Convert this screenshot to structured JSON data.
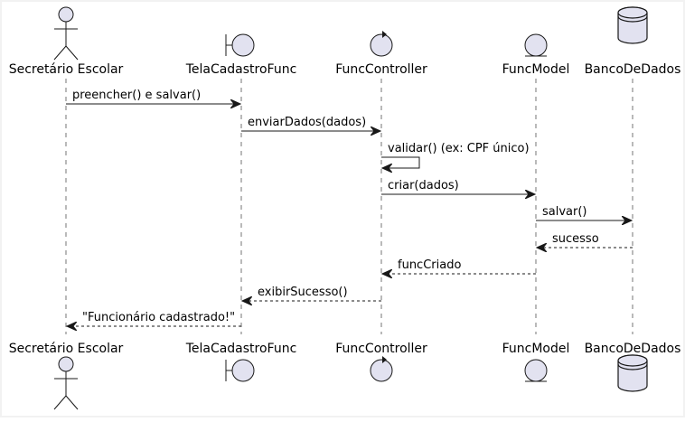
{
  "colors": {
    "background": "#ffffff",
    "frame": "#f2f2f2",
    "participant_fill": "#e2e2f0",
    "participant_stroke": "#181818",
    "lifeline": "#181818",
    "arrow": "#181818",
    "text": "#000000"
  },
  "participants": [
    {
      "id": "secretario",
      "kind": "actor",
      "icon": "actor-stick-figure-icon",
      "label": "Secretário Escolar"
    },
    {
      "id": "tela",
      "kind": "boundary",
      "icon": "boundary-icon",
      "label": "TelaCadastroFunc"
    },
    {
      "id": "controller",
      "kind": "control",
      "icon": "control-icon",
      "label": "FuncController"
    },
    {
      "id": "model",
      "kind": "entity",
      "icon": "entity-icon",
      "label": "FuncModel"
    },
    {
      "id": "banco",
      "kind": "database",
      "icon": "database-icon",
      "label": "BancoDeDados"
    }
  ],
  "messages": [
    {
      "from": "secretario",
      "to": "tela",
      "label": "preencher() e salvar()",
      "style": "solid"
    },
    {
      "from": "tela",
      "to": "controller",
      "label": "enviarDados(dados)",
      "style": "solid"
    },
    {
      "from": "controller",
      "to": "controller",
      "label": "validar() (ex: CPF único)",
      "style": "self"
    },
    {
      "from": "controller",
      "to": "model",
      "label": "criar(dados)",
      "style": "solid"
    },
    {
      "from": "model",
      "to": "banco",
      "label": "salvar()",
      "style": "solid"
    },
    {
      "from": "banco",
      "to": "model",
      "label": "sucesso",
      "style": "dashed"
    },
    {
      "from": "model",
      "to": "controller",
      "label": "funcCriado",
      "style": "dashed"
    },
    {
      "from": "controller",
      "to": "tela",
      "label": "exibirSucesso()",
      "style": "dashed"
    },
    {
      "from": "tela",
      "to": "secretario",
      "label": "\"Funcionário cadastrado!\"",
      "style": "dashed"
    }
  ]
}
